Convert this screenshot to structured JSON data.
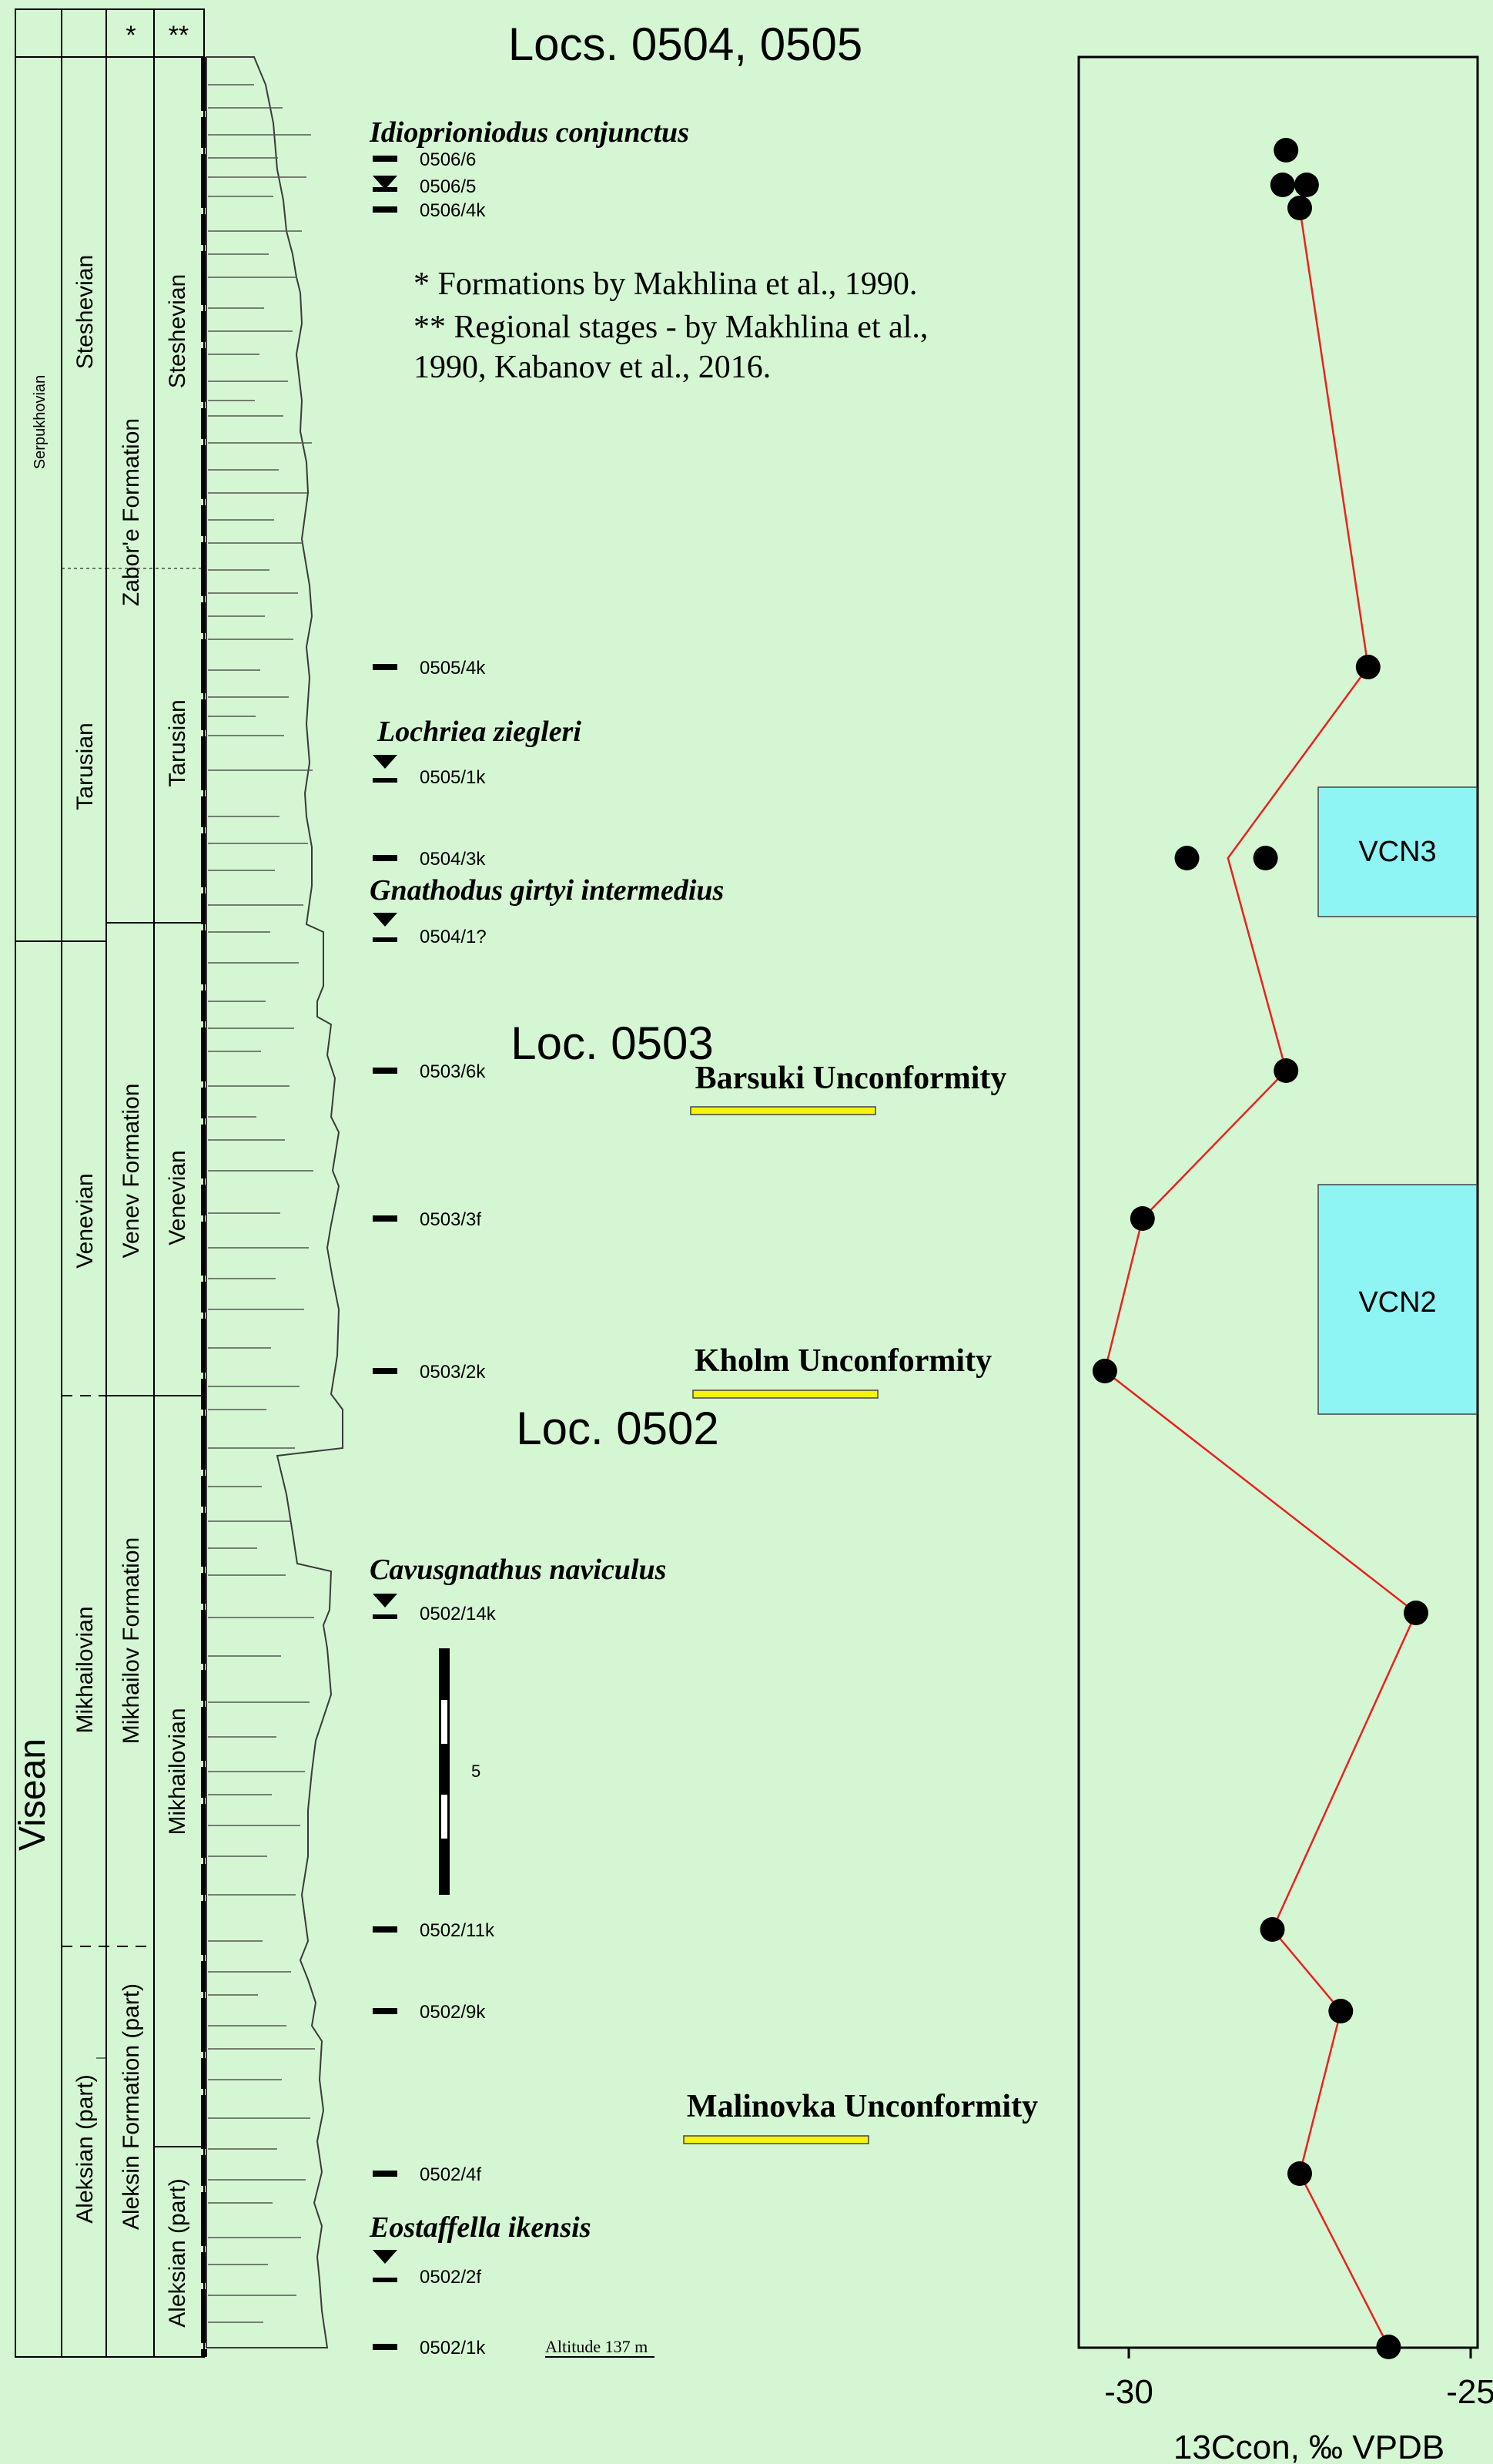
{
  "columns": {
    "formation_marker": "*",
    "stage_marker": "**"
  },
  "stratigraphy": {
    "systems": [
      {
        "label": "Serpukhovian",
        "id": "serpukhovian"
      },
      {
        "label": "Visean",
        "id": "visean"
      }
    ],
    "stages": [
      {
        "label": "Steshevian",
        "id": "steshevian"
      },
      {
        "label": "Tarusian",
        "id": "tarusian"
      },
      {
        "label": "Venevian",
        "id": "venevian"
      },
      {
        "label": "Mikhailovian",
        "id": "mikhailovian"
      },
      {
        "label": "Aleksian (part)",
        "id": "aleksian-part"
      }
    ],
    "formations": [
      {
        "label": "Zabor'e Formation",
        "id": "zabore-formation"
      },
      {
        "label": "Venev Formation",
        "id": "venev-formation"
      },
      {
        "label": "Mikhailov Formation",
        "id": "mikhailov-formation"
      },
      {
        "label": "Aleksin Formation (part)",
        "id": "aleksin-formation-part"
      }
    ],
    "regional_stages": [
      {
        "label": "Steshevian",
        "id": "regional-steshevian"
      },
      {
        "label": "Tarusian",
        "id": "regional-tarusian"
      },
      {
        "label": "Venevian",
        "id": "regional-venevian"
      },
      {
        "label": "Mikhailovian",
        "id": "regional-mikhailovian"
      },
      {
        "label": "Aleksian (part)",
        "id": "regional-aleksian-part"
      }
    ]
  },
  "locality_titles": {
    "locs_0504_0505": "Locs. 0504, 0505",
    "loc_0503": "Loc. 0503",
    "loc_0502": "Loc. 0502"
  },
  "notes": {
    "line1": "* Formations by Makhlina et al., 1990.",
    "line2": "** Regional stages - by Makhlina et al.,",
    "line3": "1990, Kabanov et al., 2016."
  },
  "conodonts": {
    "idioprioniodus": "Idioprioniodus conjunctus",
    "lochriea": "Lochriea ziegleri",
    "gnathodus": "Gnathodus girtyi intermedius",
    "cavusgnathus": "Cavusgnathus naviculus",
    "eostaffella": "Eostaffella ikensis"
  },
  "unconformities": {
    "barsuki": "Barsuki Unconformity",
    "kholm": "Kholm Unconformity",
    "malinovka": "Malinovka Unconformity"
  },
  "samples": {
    "s0506_6": "0506/6",
    "s0506_5": "0506/5",
    "s0506_4k": "0506/4k",
    "s0505_4k": "0505/4k",
    "s0505_1k": "0505/1k",
    "s0504_3k": "0504/3k",
    "s0504_1q": "0504/1?",
    "s0503_6k": "0503/6k",
    "s0503_3f": "0503/3f",
    "s0503_2k": "0503/2k",
    "s0502_14k": "0502/14k",
    "s0502_11k": "0502/11k",
    "s0502_9k": "0502/9k",
    "s0502_4f": "0502/4f",
    "s0502_2f": "0502/2f",
    "s0502_1k": "0502/1k"
  },
  "scale_bar": {
    "value": "5"
  },
  "altitude": "Altitude 137 m",
  "zones": {
    "vcn3": "VCN3",
    "vcn2": "VCN2"
  },
  "colors": {
    "background": "#d5f6d3",
    "zone_fill": "#8ef4f4",
    "isotope_line": "#e8221e",
    "unconformity_bar": "#f4f40c"
  },
  "chart_data": {
    "type": "scatter",
    "title": "",
    "xlabel": "13Ccon, ‰ VPDB",
    "xlim": [
      -30.5,
      -25
    ],
    "x_ticks": [
      "-30",
      "-25"
    ],
    "x_note": "y positions follow the sample levels of the section; no printed vertical scale",
    "points": [
      {
        "sample": "0506/6",
        "x": -27.7
      },
      {
        "sample": "0506/5",
        "x": -27.75
      },
      {
        "sample": "0506/5",
        "x": -27.4
      },
      {
        "sample": "0506/4k",
        "x": -27.5
      },
      {
        "sample": "0505/4k",
        "x": -26.5
      },
      {
        "sample": "0504/3k",
        "x": -29.15
      },
      {
        "sample": "0504/3k",
        "x": -28.0
      },
      {
        "sample": "0503/6k",
        "x": -27.7
      },
      {
        "sample": "0503/3f",
        "x": -29.8
      },
      {
        "sample": "0503/2k",
        "x": -30.35
      },
      {
        "sample": "0502/14k",
        "x": -25.8
      },
      {
        "sample": "0502/11k",
        "x": -27.9
      },
      {
        "sample": "0502/9k",
        "x": -26.9
      },
      {
        "sample": "0502/4f",
        "x": -27.5
      },
      {
        "sample": "0502/1k",
        "x": -26.2
      }
    ],
    "trend_line": [
      {
        "sample": "0506/4k",
        "x": -27.5
      },
      {
        "sample": "0505/4k",
        "x": -26.5
      },
      {
        "sample": "0504/3k",
        "x": -28.55
      },
      {
        "sample": "0503/6k",
        "x": -27.7
      },
      {
        "sample": "0503/3f",
        "x": -29.8
      },
      {
        "sample": "0503/2k",
        "x": -30.35
      },
      {
        "sample": "0502/14k",
        "x": -25.8
      },
      {
        "sample": "0502/11k",
        "x": -27.9
      },
      {
        "sample": "0502/9k",
        "x": -26.9
      },
      {
        "sample": "0502/4f",
        "x": -27.5
      },
      {
        "sample": "0502/1k",
        "x": -26.2
      }
    ]
  }
}
